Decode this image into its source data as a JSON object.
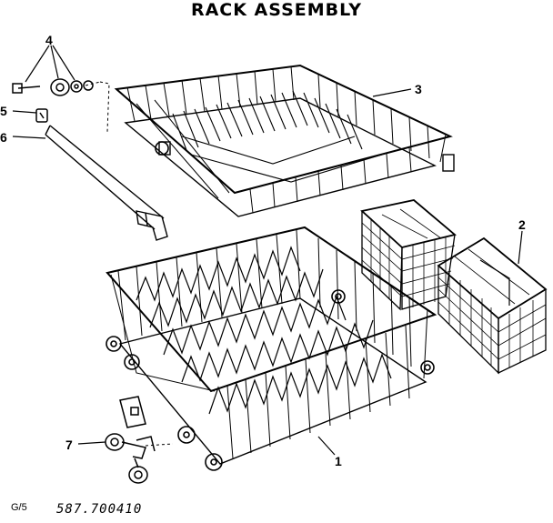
{
  "title": "RACK ASSEMBLY",
  "callouts": {
    "c1": "1",
    "c2": "2",
    "c3": "3",
    "c4": "4",
    "c5": "5",
    "c6": "6",
    "c7": "7"
  },
  "parts": {
    "p1": "lower-rack",
    "p2": "silverware-basket",
    "p3": "upper-rack",
    "p4": "roller-hardware",
    "p5": "clip",
    "p6": "track",
    "p7": "roller-assembly"
  },
  "footer": {
    "left": "G/5",
    "code": "587.700410"
  }
}
